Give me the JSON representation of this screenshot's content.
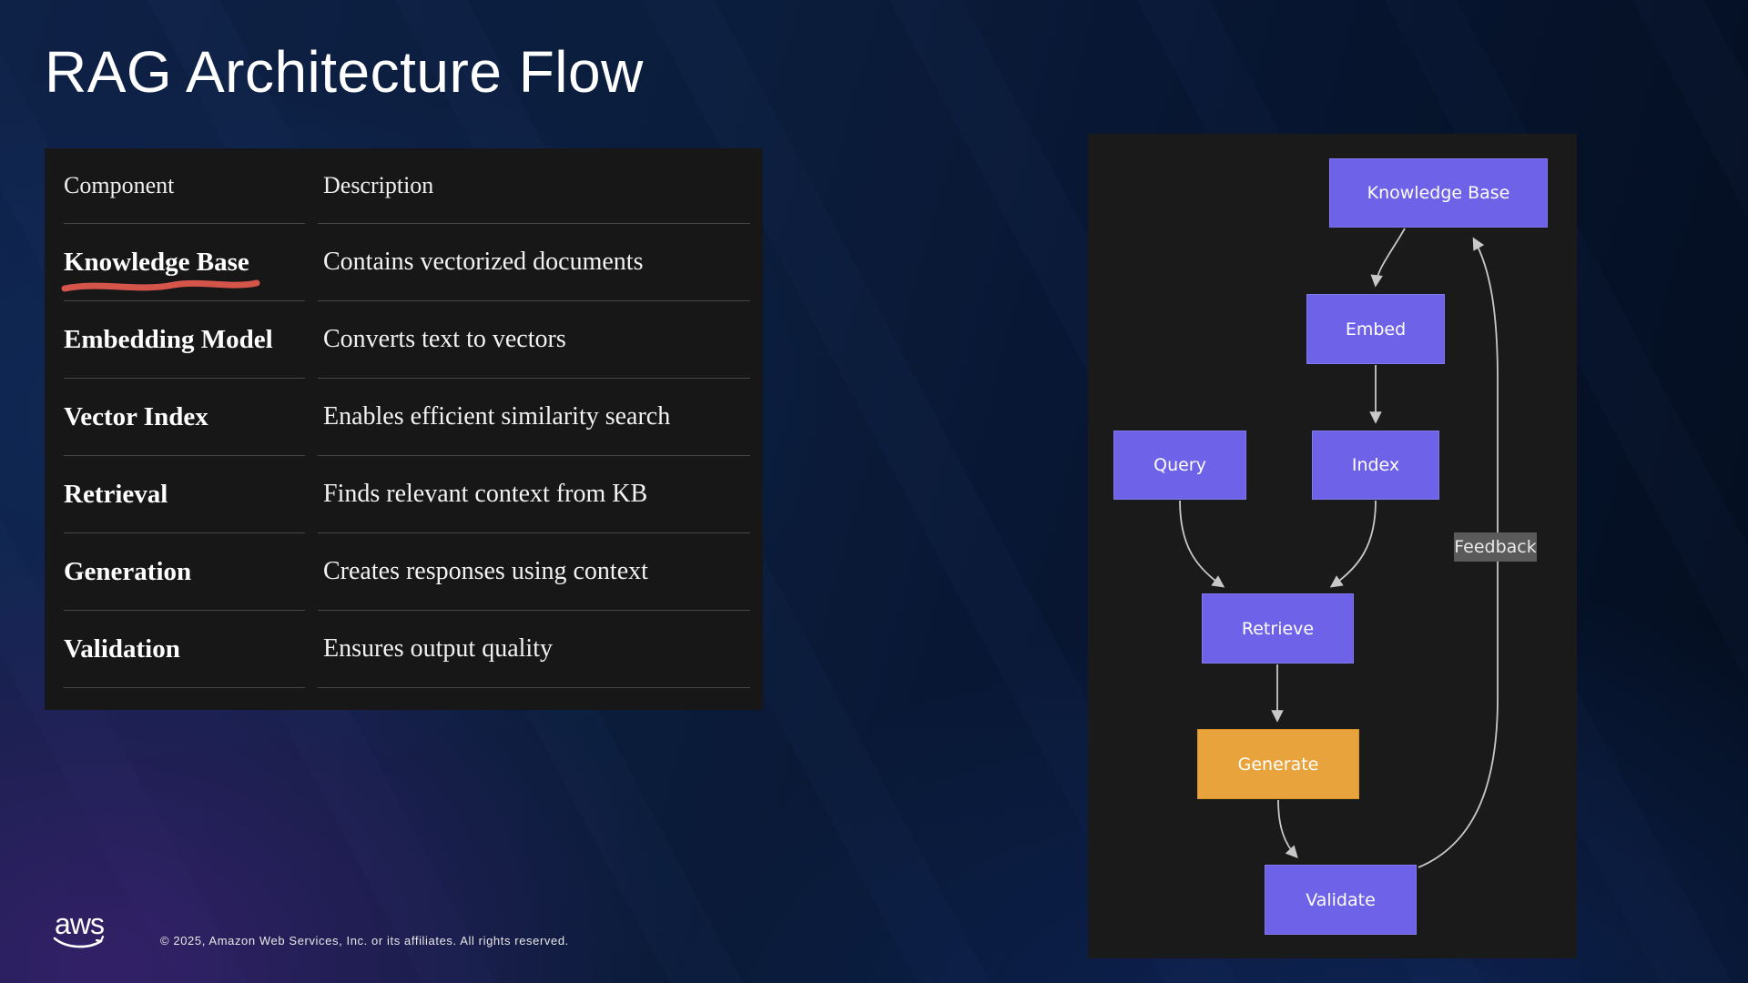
{
  "slide": {
    "title": "RAG Architecture Flow"
  },
  "table": {
    "headers": {
      "component": "Component",
      "description": "Description"
    },
    "rows": [
      {
        "component": "Knowledge Base",
        "description": "Contains vectorized documents",
        "annotated": true
      },
      {
        "component": "Embedding Model",
        "description": "Converts text to vectors",
        "annotated": false
      },
      {
        "component": "Vector Index",
        "description": "Enables efficient similarity search",
        "annotated": false
      },
      {
        "component": "Retrieval",
        "description": "Finds relevant context from KB",
        "annotated": false
      },
      {
        "component": "Generation",
        "description": "Creates responses using context",
        "annotated": false
      },
      {
        "component": "Validation",
        "description": "Ensures output quality",
        "annotated": false
      }
    ]
  },
  "diagram": {
    "nodes": [
      {
        "id": "knowledge-base",
        "label": "Knowledge Base"
      },
      {
        "id": "embed",
        "label": "Embed"
      },
      {
        "id": "query",
        "label": "Query"
      },
      {
        "id": "index",
        "label": "Index"
      },
      {
        "id": "retrieve",
        "label": "Retrieve"
      },
      {
        "id": "generate",
        "label": "Generate"
      },
      {
        "id": "validate",
        "label": "Validate"
      }
    ],
    "edge_label": "Feedback",
    "colors": {
      "node_fill": "#6e63e8",
      "node_border": "#8279ee",
      "generate_fill": "#e8a33c",
      "generate_border": "#d99428",
      "arrow": "#c8c8c8",
      "annotation_red": "#e0584e",
      "edge_label_bg": "#5a5a5a",
      "panel_bg": "#1a1a1a",
      "table_bg": "#171717"
    }
  },
  "footer": {
    "logo": "aws",
    "copyright": "© 2025, Amazon Web Services, Inc. or its affiliates. All rights reserved."
  }
}
